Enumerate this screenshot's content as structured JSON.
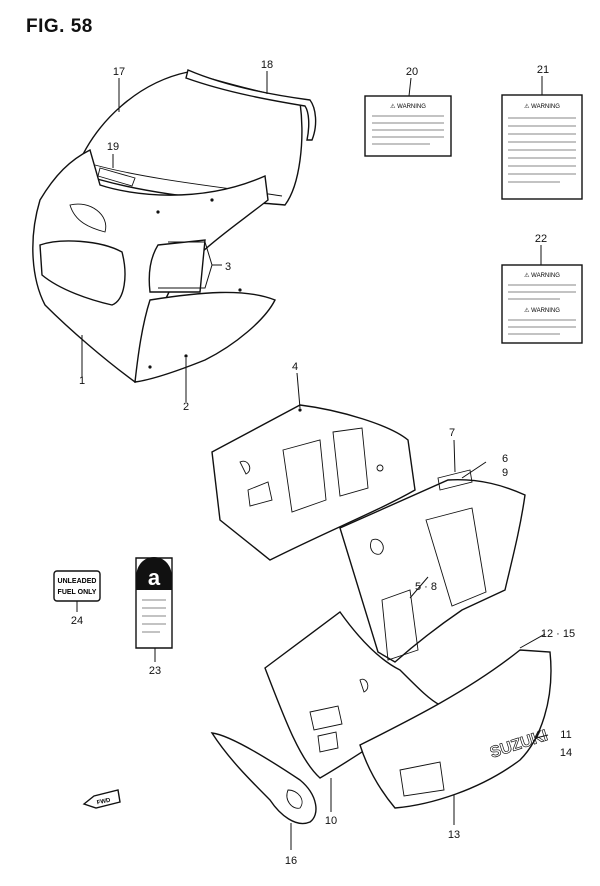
{
  "figure": {
    "title": "FIG. 58"
  },
  "callouts": [
    {
      "id": "c1",
      "text": "1"
    },
    {
      "id": "c2",
      "text": "2"
    },
    {
      "id": "c3",
      "text": "3"
    },
    {
      "id": "c4",
      "text": "4"
    },
    {
      "id": "c5",
      "text": "5 · 8"
    },
    {
      "id": "c6",
      "text": "6"
    },
    {
      "id": "c7",
      "text": "7"
    },
    {
      "id": "c9",
      "text": "9"
    },
    {
      "id": "c10",
      "text": "10"
    },
    {
      "id": "c11",
      "text": "11"
    },
    {
      "id": "c12",
      "text": "12 · 15"
    },
    {
      "id": "c13",
      "text": "13"
    },
    {
      "id": "c14",
      "text": "14"
    },
    {
      "id": "c16",
      "text": "16"
    },
    {
      "id": "c17",
      "text": "17"
    },
    {
      "id": "c18",
      "text": "18"
    },
    {
      "id": "c19",
      "text": "19"
    },
    {
      "id": "c20",
      "text": "20"
    },
    {
      "id": "c21",
      "text": "21"
    },
    {
      "id": "c22",
      "text": "22"
    },
    {
      "id": "c23",
      "text": "23"
    },
    {
      "id": "c24",
      "text": "24"
    }
  ],
  "labels": {
    "warning": "⚠ WARNING",
    "fuel_line1": "UNLEADED",
    "fuel_line2": "FUEL ONLY",
    "a_mark": "a",
    "brand": "SUZUKI",
    "fwd": "FWD"
  }
}
